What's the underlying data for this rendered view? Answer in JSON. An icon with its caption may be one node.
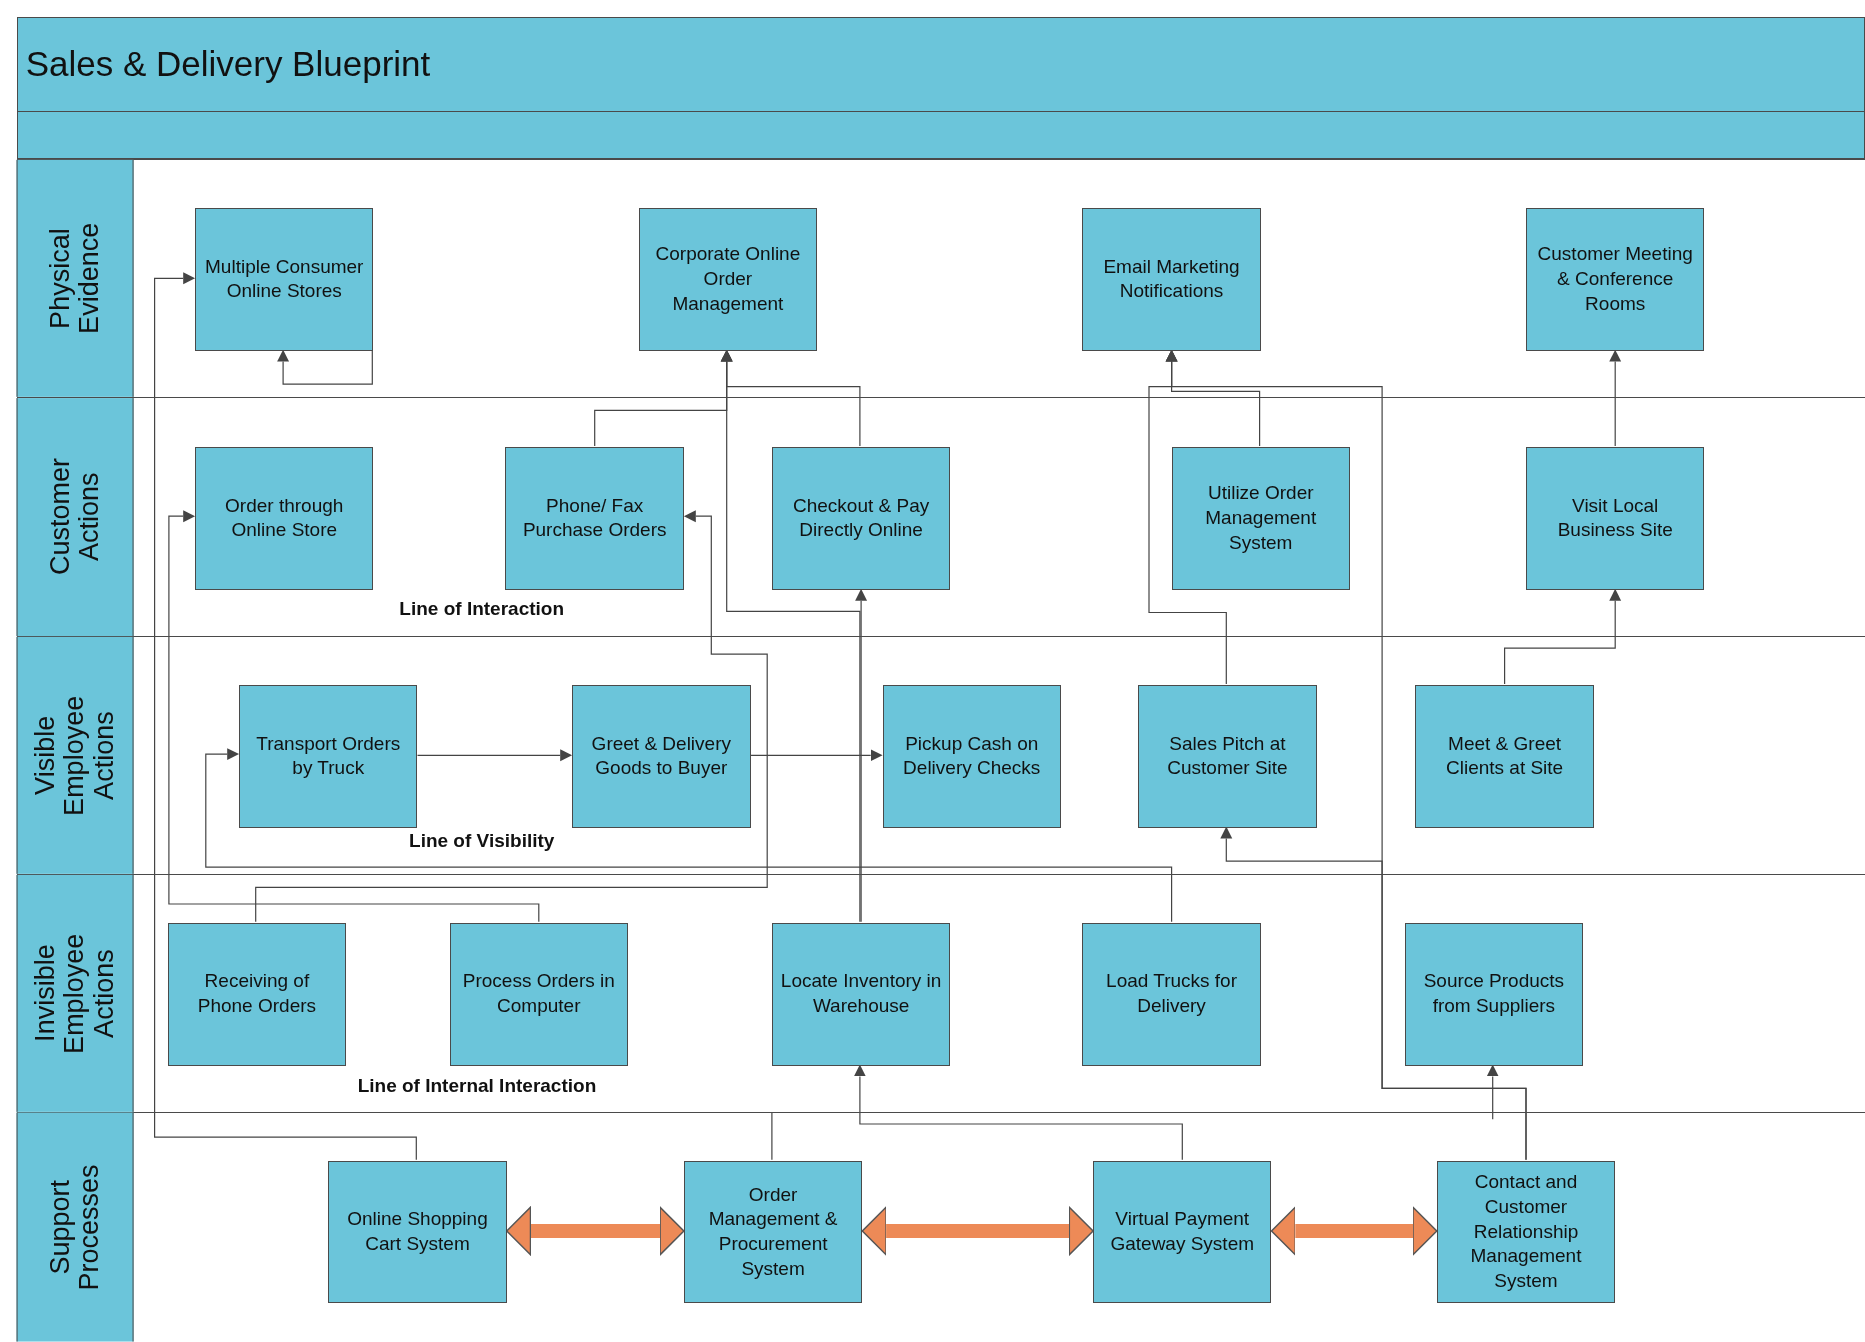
{
  "diagram": {
    "title": "Sales & Delivery Blueprint",
    "nodes": [
      {
        "text": [
          "Physical Evidence"
        ]
      },
      {
        "text": [
          "Multiple Consumer Online Stores"
        ],
        "in": 0
      },
      {
        "text": [
          "Corporate Online Order Management"
        ],
        "in": 0
      },
      {
        "text": [
          "Email Marketing Notifications"
        ],
        "in": 0
      },
      {
        "text": [
          "Customer Meeting & Conference Rooms"
        ],
        "in": 0
      },
      {
        "text": [
          "Customer Actions"
        ]
      },
      {
        "text": [
          "Order through Online Store"
        ],
        "in": 5
      },
      {
        "text": [
          "Phone/ Fax Purchase Orders"
        ],
        "in": 5
      },
      {
        "text": [
          "Checkout & Pay Directly Online"
        ],
        "in": 5
      },
      {
        "text": [
          "Utilize Order Management System"
        ],
        "in": 5
      },
      {
        "text": [
          "Visit Local Business Site"
        ],
        "in": 5
      },
      {
        "text": [
          "Visible Employee Actions"
        ]
      },
      {
        "text": [
          "Transport Orders by Truck"
        ],
        "in": 11
      },
      {
        "text": [
          "Greet & Delivery Goods to Buyer"
        ],
        "in": 11
      },
      {
        "text": [
          "Pickup Cash on Delivery Checks"
        ],
        "in": 11
      },
      {
        "text": [
          "Sales Pitch at Customer Site"
        ],
        "in": 11
      },
      {
        "text": [
          "Meet & Greet Clients at Site"
        ],
        "in": 11
      },
      {
        "text": [
          "Invisible Employee Actions"
        ]
      },
      {
        "text": [
          "Receiving of Phone Orders"
        ],
        "in": 17
      },
      {
        "text": [
          "Process Orders in Computer"
        ],
        "in": 17
      },
      {
        "text": [
          "Locate Inventory in Warehouse"
        ],
        "in": 17
      },
      {
        "text": [
          "Load Trucks for Delivery"
        ],
        "in": 17
      },
      {
        "text": [
          "Source Products from Suppliers"
        ],
        "in": 17
      },
      {
        "text": [
          "Support Processes"
        ]
      },
      {
        "text": [
          "Online Shopping Cart System"
        ],
        "in": 23
      },
      {
        "text": [
          "Order Management & Procurement System"
        ],
        "in": 23
      },
      {
        "text": [
          "Virtual Payment Gateway System"
        ],
        "in": 23
      },
      {
        "text": [
          "Contact and Customer Relationship Management System"
        ],
        "in": 23
      }
    ],
    "edges": [
      {
        "from": 1,
        "to": 1,
        "arrow": "to"
      },
      {
        "from": 24,
        "to": 1,
        "arrow": "to"
      },
      {
        "from": 19,
        "to": 6,
        "arrow": "to"
      },
      {
        "from": 18,
        "to": 7,
        "arrow": "to"
      },
      {
        "from": 7,
        "to": 2,
        "arrow": "to"
      },
      {
        "from": 8,
        "to": 2,
        "arrow": "to"
      },
      {
        "from": 20,
        "to": 8,
        "arrow": "to"
      },
      {
        "from": 20,
        "to": 2,
        "arrow": "to"
      },
      {
        "from": 9,
        "to": 3,
        "arrow": "to"
      },
      {
        "from": 15,
        "to": 3,
        "arrow": "to"
      },
      {
        "from": 27,
        "to": 3,
        "arrow": "to"
      },
      {
        "from": 27,
        "to": 15,
        "arrow": "to"
      },
      {
        "from": 10,
        "to": 4,
        "arrow": "to"
      },
      {
        "from": 16,
        "to": 10,
        "arrow": "to"
      },
      {
        "from": 12,
        "to": 13,
        "arrow": "to"
      },
      {
        "from": 13,
        "to": 14,
        "arrow": "to"
      },
      {
        "from": 21,
        "to": 12,
        "arrow": "to"
      },
      {
        "from": 26,
        "to": 20,
        "arrow": "to"
      },
      {
        "from": 17,
        "to": 22,
        "arrow": "to"
      },
      {
        "from": 25,
        "to": 17,
        "arrow": "none"
      },
      {
        "from": 24,
        "to": 25,
        "arrow": "both",
        "style": "thick",
        "color": "#ed8a57"
      },
      {
        "from": 25,
        "to": 26,
        "arrow": "both",
        "style": "thick",
        "color": "#ed8a57"
      },
      {
        "from": 26,
        "to": 27,
        "arrow": "both",
        "style": "thick",
        "color": "#ed8a57"
      }
    ],
    "labels": [
      "Line of Interaction",
      "Line of Visibility",
      "Line of Internal Interaction"
    ]
  }
}
